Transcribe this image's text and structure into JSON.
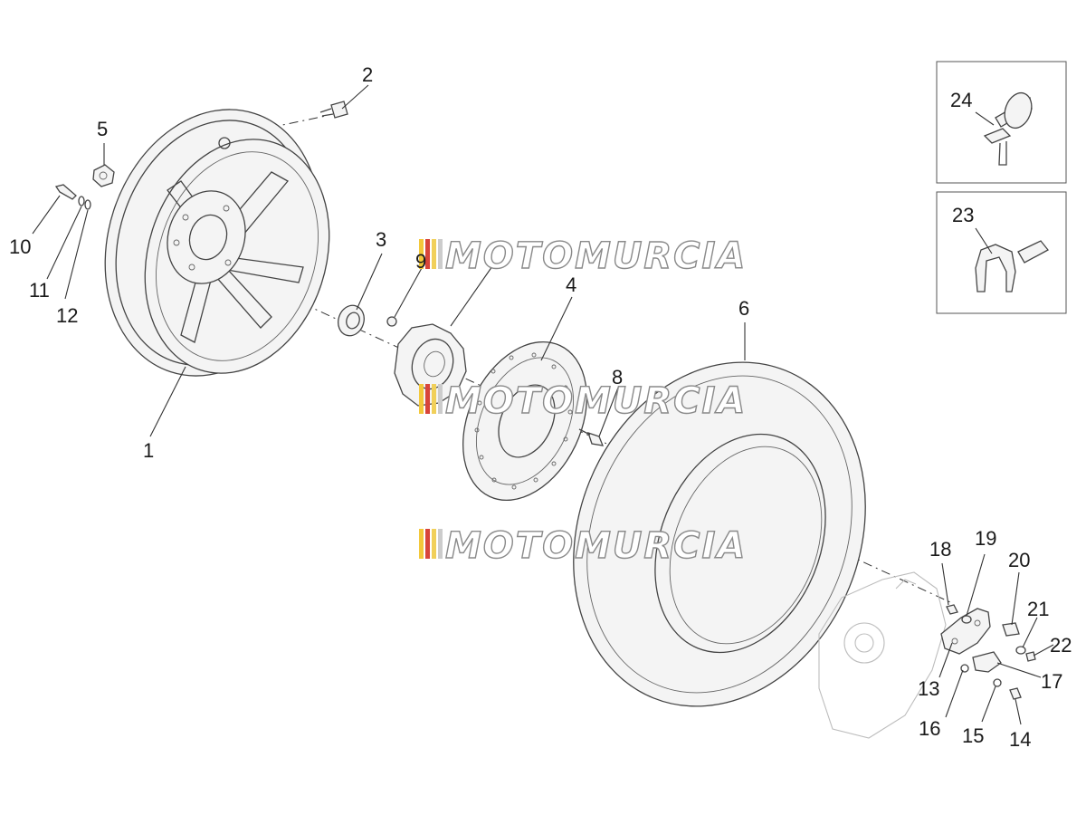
{
  "callouts": {
    "c1": "1",
    "c2": "2",
    "c3": "3",
    "c4": "4",
    "c5": "5",
    "c6": "6",
    "c8": "8",
    "c9": "9",
    "c10": "10",
    "c11": "11",
    "c12": "12",
    "c13": "13",
    "c14": "14",
    "c15": "15",
    "c16": "16",
    "c17": "17",
    "c18": "18",
    "c19": "19",
    "c20": "20",
    "c21": "21",
    "c22": "22",
    "c23": "23",
    "c24": "24"
  },
  "watermark": {
    "text": "MOTOMURCIA"
  }
}
